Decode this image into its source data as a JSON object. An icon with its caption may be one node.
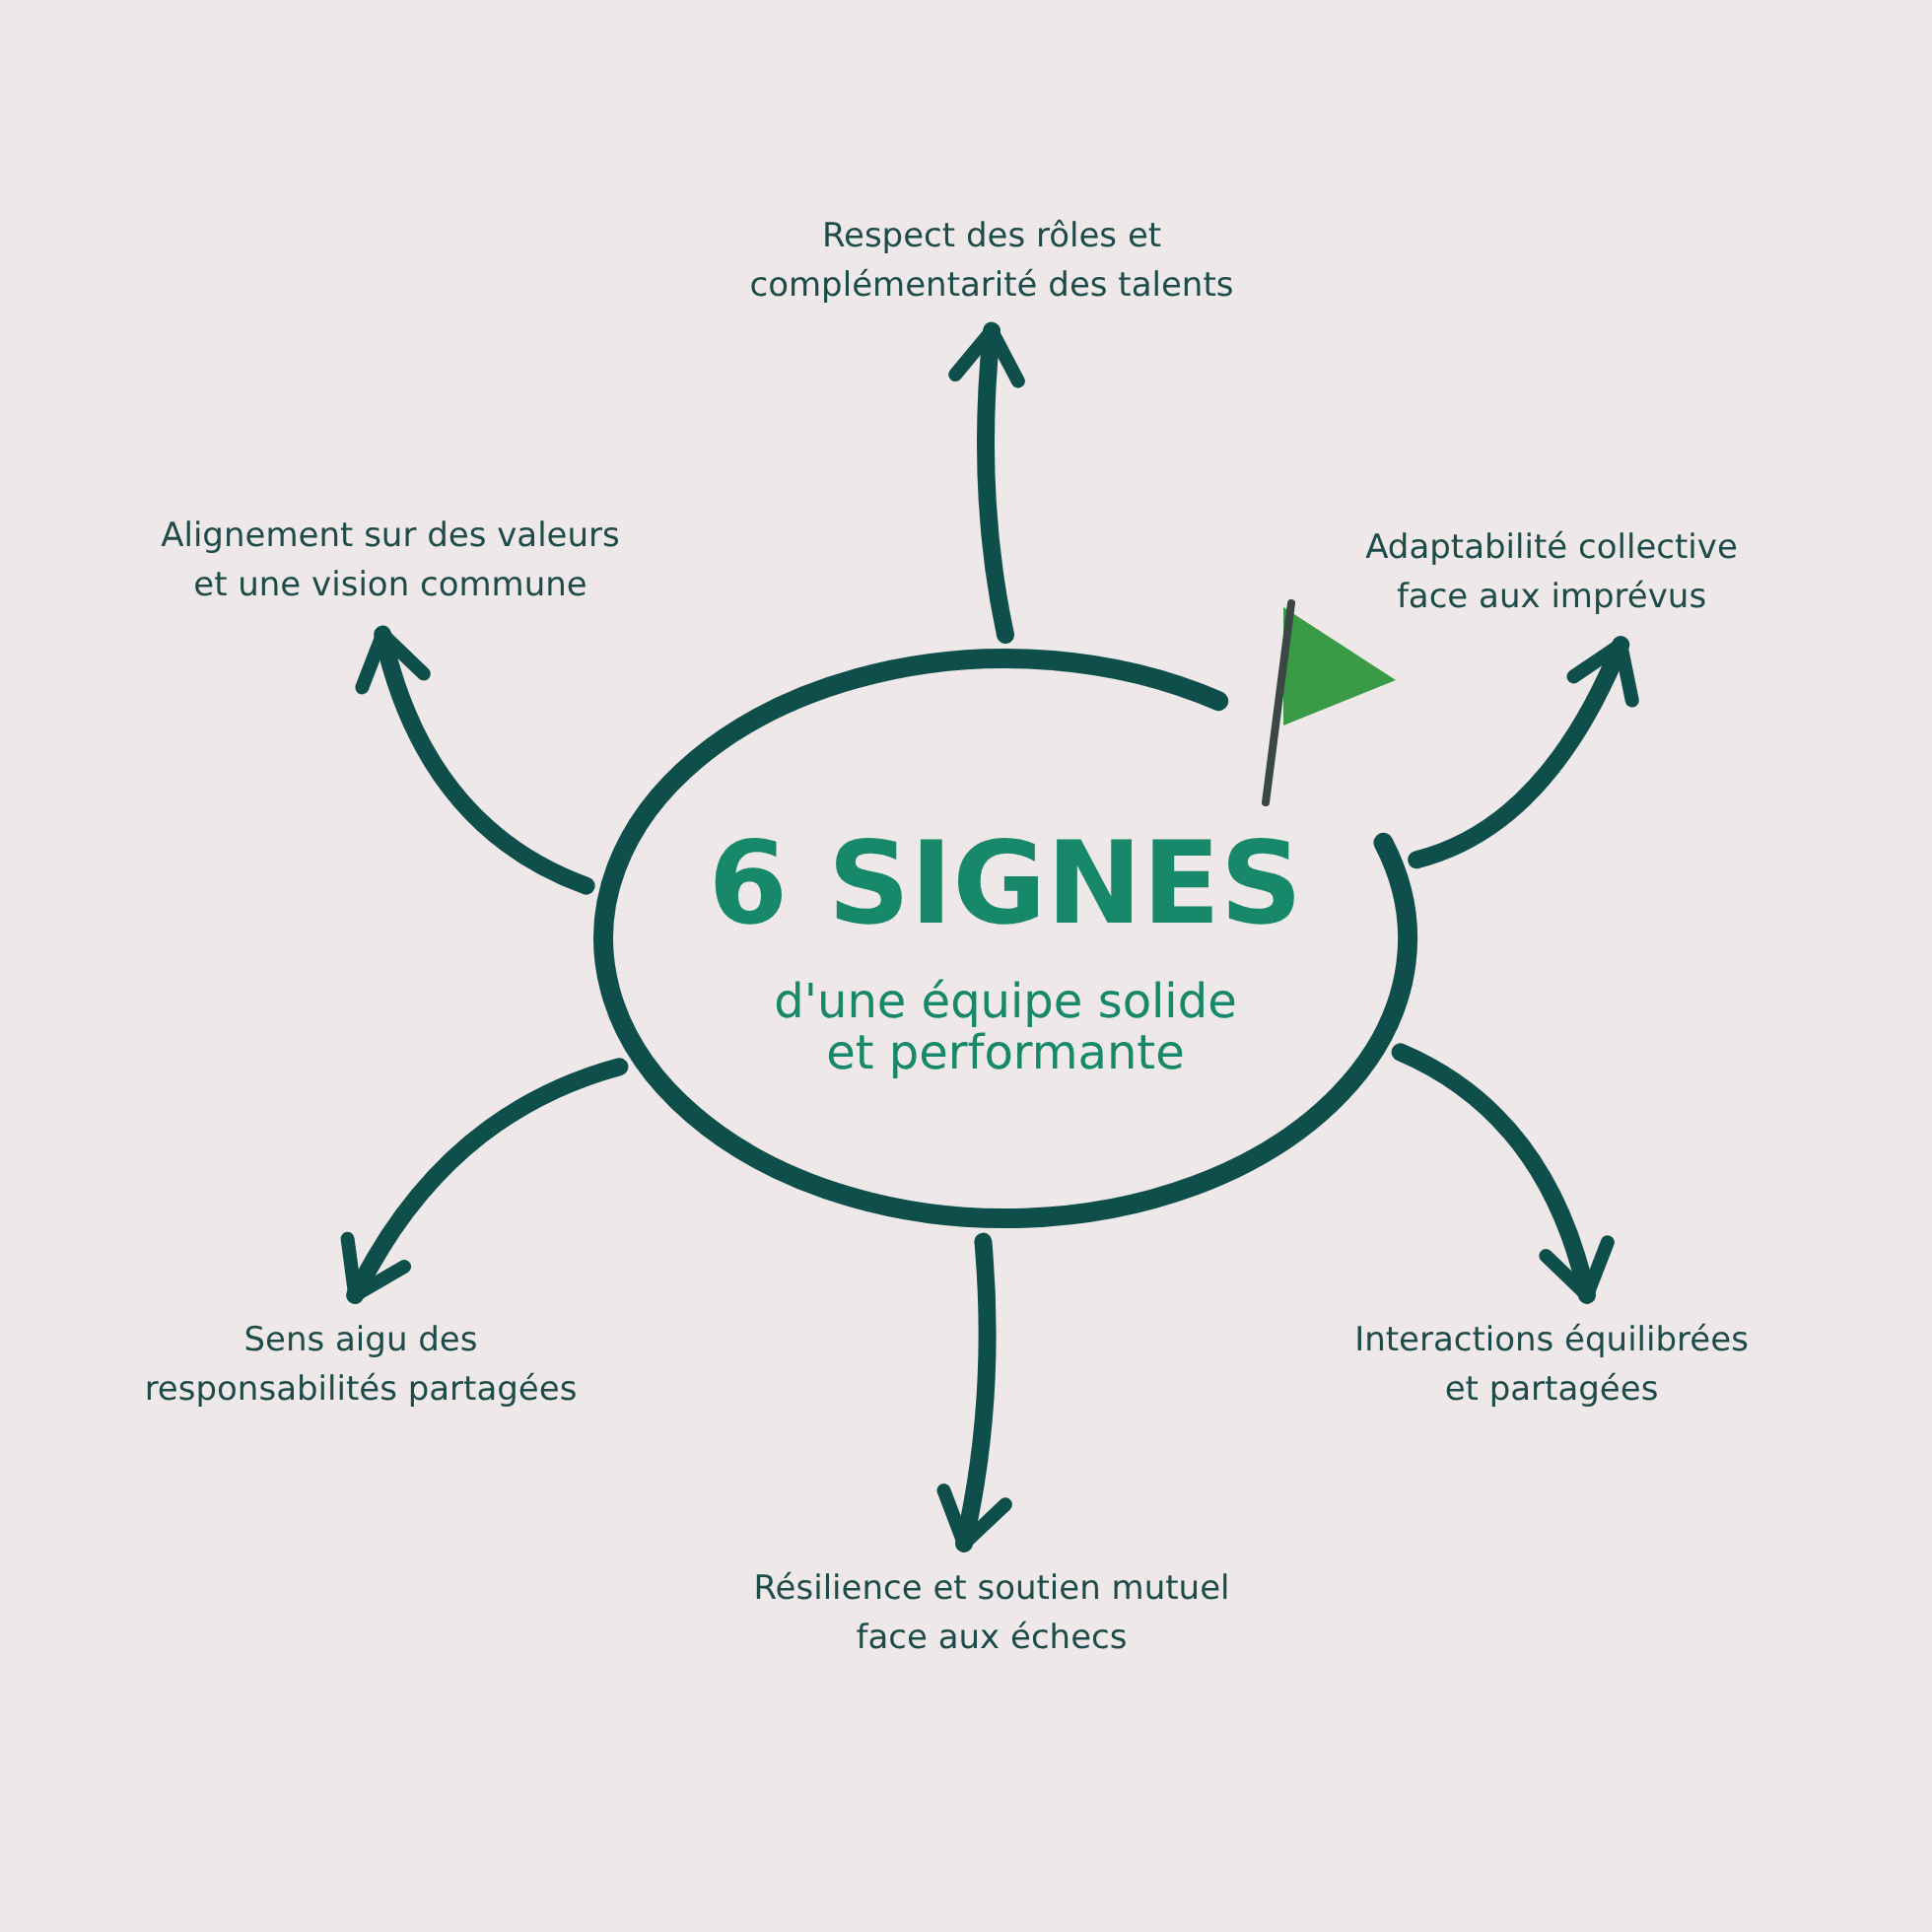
{
  "diagram": {
    "nodes": [
      {
        "text": [
          "6 SIGNES",
          "d'une équipe solide et performante"
        ]
      },
      {
        "text": [
          "Respect des rôles et complémentarité des talents"
        ]
      },
      {
        "text": [
          "Alignement sur des valeurs et une vision commune"
        ]
      },
      {
        "text": [
          "Adaptabilité collective face aux imprévus"
        ]
      },
      {
        "text": [
          "Sens aigu des responsabilités partagées"
        ]
      },
      {
        "text": [
          "Interactions équilibrées et partagées"
        ]
      },
      {
        "text": [
          "Résilience et soutien mutuel face aux échecs"
        ]
      }
    ],
    "edges": [
      {
        "from": 0,
        "to": 1,
        "arrow": "to"
      },
      {
        "from": 0,
        "to": 2,
        "arrow": "to"
      },
      {
        "from": 0,
        "to": 3,
        "arrow": "to"
      },
      {
        "from": 0,
        "to": 4,
        "arrow": "to"
      },
      {
        "from": 0,
        "to": 5,
        "arrow": "to"
      },
      {
        "from": 0,
        "to": 6,
        "arrow": "to"
      }
    ]
  }
}
